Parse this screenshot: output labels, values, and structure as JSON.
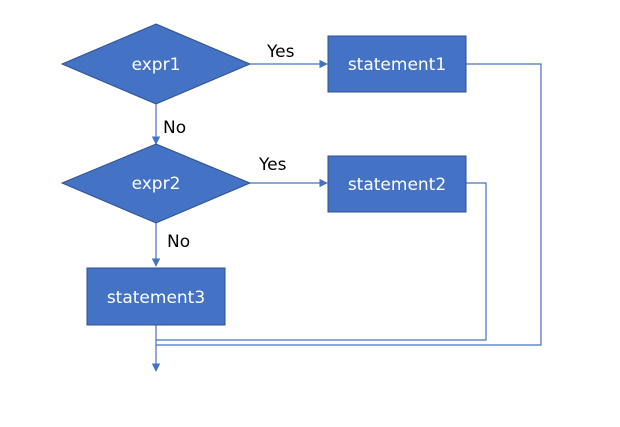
{
  "nodes": {
    "expr1": {
      "label": "expr1"
    },
    "expr2": {
      "label": "expr2"
    },
    "statement1": {
      "label": "statement1"
    },
    "statement2": {
      "label": "statement2"
    },
    "statement3": {
      "label": "statement3"
    }
  },
  "edges": {
    "expr1_yes": {
      "label": "Yes"
    },
    "expr1_no": {
      "label": "No"
    },
    "expr2_yes": {
      "label": "Yes"
    },
    "expr2_no": {
      "label": "No"
    }
  },
  "colors": {
    "shape_fill": "#4472c4",
    "shape_stroke": "#2f528f",
    "connector": "#4472c4",
    "node_text": "#ffffff",
    "edge_text": "#000000"
  }
}
